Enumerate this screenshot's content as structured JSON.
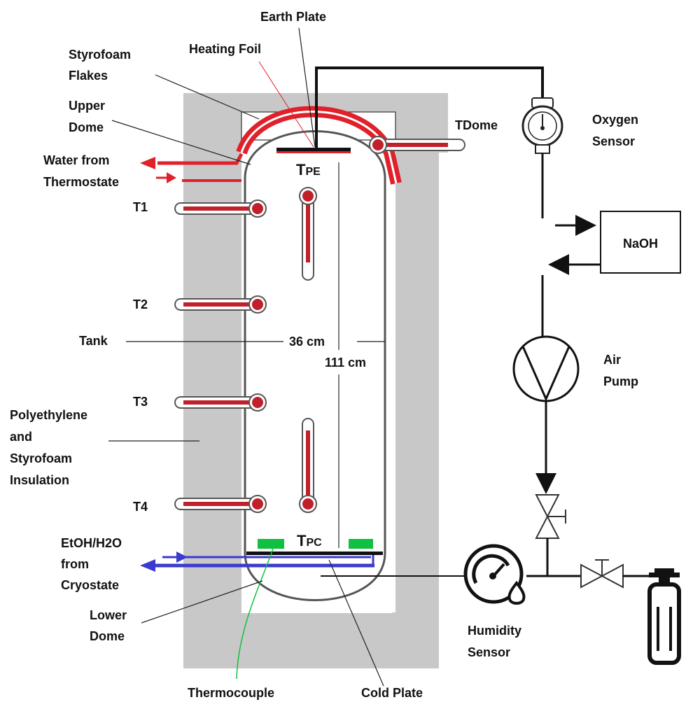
{
  "labels": {
    "earth_plate": "Earth Plate",
    "heating_foil": "Heating Foil",
    "styrofoam_flakes": [
      "Styrofoam",
      "Flakes"
    ],
    "upper_dome": [
      "Upper",
      "Dome"
    ],
    "water_from_thermostate": [
      "Water from",
      "Thermostate"
    ],
    "t1": "T1",
    "t2": "T2",
    "t3": "T3",
    "t4": "T4",
    "tank": "Tank",
    "polyethylene_insulation": [
      "Polyethylene",
      "and",
      "Styrofoam",
      "Insulation"
    ],
    "etoh_from_cryostate": [
      "EtOH/H2O",
      "from",
      "Cryostate"
    ],
    "lower_dome": [
      "Lower",
      "Dome"
    ],
    "thermocouple": "Thermocouple",
    "cold_plate": "Cold Plate",
    "tdome": "TDome",
    "oxygen_sensor": [
      "Oxygen",
      "Sensor"
    ],
    "naoh": "NaOH",
    "air_pump": [
      "Air",
      "Pump"
    ],
    "humidity_sensor": [
      "Humidity",
      "Sensor"
    ],
    "tpe": {
      "main": "T",
      "sub": "PE"
    },
    "tpc": {
      "main": "T",
      "sub": "PC"
    },
    "width_dim": "36 cm",
    "height_dim": "111 cm"
  },
  "colors": {
    "insulation": "#c8c8c8",
    "heating": "#e0202a",
    "cooling": "#3a3ad0",
    "thermocouple": "#22aa22",
    "green_pad": "#10c040",
    "tank_outline": "#555555"
  }
}
